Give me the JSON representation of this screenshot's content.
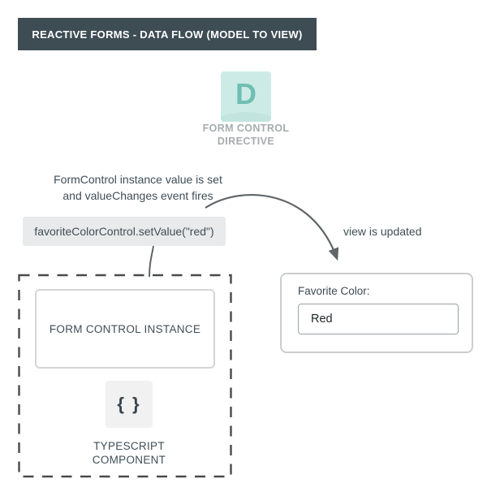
{
  "header": {
    "title": "REACTIVE FORMS - DATA FLOW (MODEL TO VIEW)"
  },
  "directive": {
    "icon_letter": "D",
    "label_line1": "FORM CONTROL",
    "label_line2": "DIRECTIVE"
  },
  "flow": {
    "caption_line1": "FormControl instance value is set",
    "caption_line2": "and valueChanges event fires",
    "code": "favoriteColorControl.setValue(\"red\")",
    "arrow_label": "view is updated"
  },
  "component": {
    "instance_label": "FORM CONTROL INSTANCE",
    "braces_glyph": "{ }",
    "label_line1": "TYPESCRIPT",
    "label_line2": "COMPONENT"
  },
  "view": {
    "field_label": "Favorite Color:",
    "field_value": "Red"
  },
  "colors": {
    "header_bg": "#3e4c54",
    "header_text": "#ffffff",
    "text_dark": "#3f4e57",
    "text_gray": "#a6acae",
    "mint_icon_bg": "#cdebe6",
    "mint_icon_fold": "#c1e5de",
    "teal_letter": "#6dbfb1",
    "code_chip_bg": "#e9eaeb",
    "arrow": "#5f6569",
    "dashed_border": "#4a4a4a"
  }
}
